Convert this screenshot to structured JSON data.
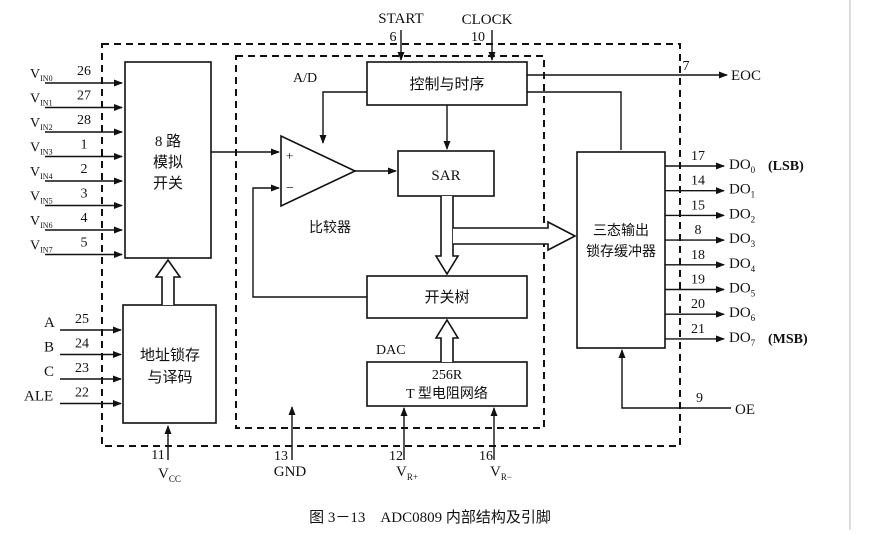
{
  "blocks": {
    "mux": [
      "8 路",
      "模拟",
      "开关"
    ],
    "latch": [
      "地址锁存",
      "与译码"
    ],
    "control": "控制与时序",
    "sar": "SAR",
    "switch_tree": "开关树",
    "resistor_net": [
      "256R",
      "T 型电阻网络"
    ],
    "tristate": [
      "三态输出",
      "锁存缓冲器"
    ]
  },
  "labels": {
    "comparator": "比较器",
    "ad": "A/D",
    "dac": "DAC",
    "plus": "+",
    "minus": "−"
  },
  "inputs": [
    {
      "name": "V",
      "sub": "IN0",
      "pin": "26"
    },
    {
      "name": "V",
      "sub": "IN1",
      "pin": "27"
    },
    {
      "name": "V",
      "sub": "IN2",
      "pin": "28"
    },
    {
      "name": "V",
      "sub": "IN3",
      "pin": "1"
    },
    {
      "name": "V",
      "sub": "IN4",
      "pin": "2"
    },
    {
      "name": "V",
      "sub": "IN5",
      "pin": "3"
    },
    {
      "name": "V",
      "sub": "IN6",
      "pin": "4"
    },
    {
      "name": "V",
      "sub": "IN7",
      "pin": "5"
    }
  ],
  "addr": [
    {
      "name": "A",
      "pin": "25"
    },
    {
      "name": "B",
      "pin": "24"
    },
    {
      "name": "C",
      "pin": "23"
    },
    {
      "name": "ALE",
      "pin": "22"
    }
  ],
  "outputs": [
    {
      "name": "DO",
      "sub": "0",
      "pin": "17",
      "note": "(LSB)"
    },
    {
      "name": "DO",
      "sub": "1",
      "pin": "14",
      "note": ""
    },
    {
      "name": "DO",
      "sub": "2",
      "pin": "15",
      "note": ""
    },
    {
      "name": "DO",
      "sub": "3",
      "pin": "8",
      "note": ""
    },
    {
      "name": "DO",
      "sub": "4",
      "pin": "18",
      "note": ""
    },
    {
      "name": "DO",
      "sub": "5",
      "pin": "19",
      "note": ""
    },
    {
      "name": "DO",
      "sub": "6",
      "pin": "20",
      "note": ""
    },
    {
      "name": "DO",
      "sub": "7",
      "pin": "21",
      "note": "(MSB)"
    }
  ],
  "top_pins": {
    "start": {
      "name": "START",
      "pin": "6"
    },
    "clock": {
      "name": "CLOCK",
      "pin": "10"
    },
    "eoc": {
      "name": "EOC",
      "pin": "7"
    },
    "oe": {
      "name": "OE",
      "pin": "9"
    }
  },
  "bottom_pins": {
    "vcc": {
      "name": "V",
      "sub": "CC",
      "pin": "11"
    },
    "gnd": {
      "name": "GND",
      "pin": "13"
    },
    "vrp": {
      "name": "V",
      "sub": "R+",
      "pin": "12"
    },
    "vrm": {
      "name": "V",
      "sub": "R−",
      "pin": "16"
    }
  },
  "caption": "图 3－13　ADC0809 内部结构及引脚"
}
